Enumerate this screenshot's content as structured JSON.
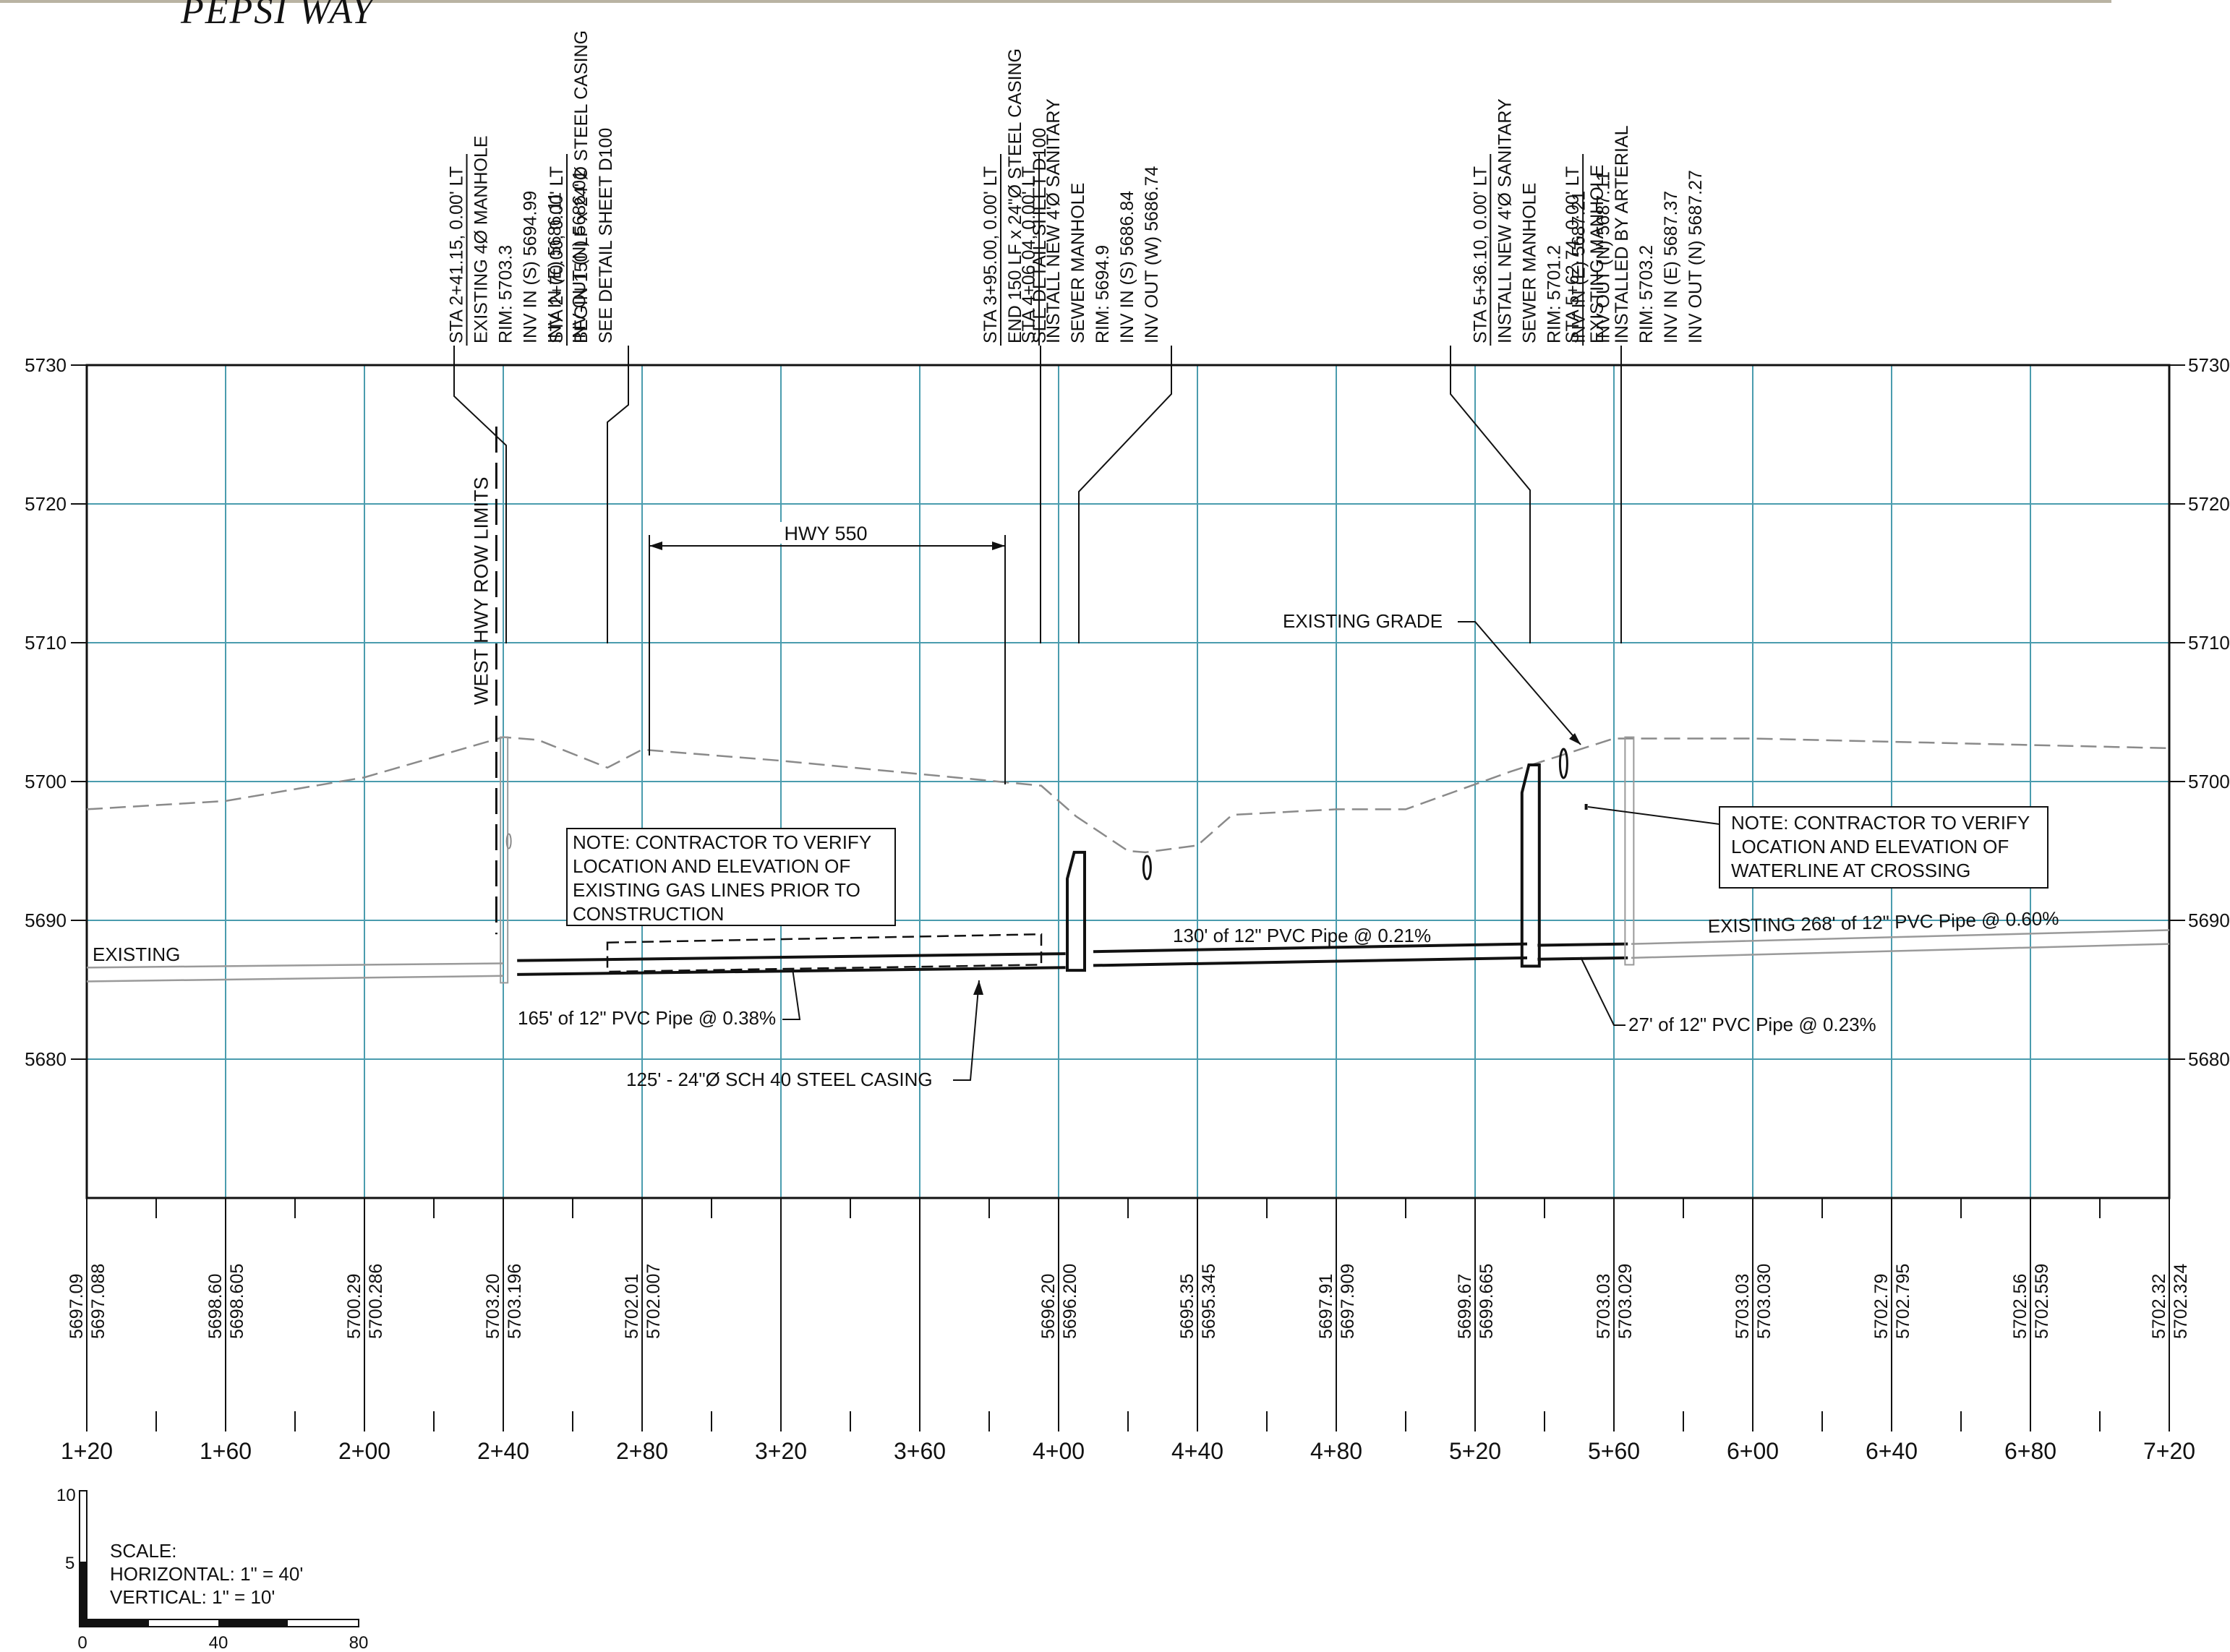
{
  "title": "PEPSI WAY",
  "stations": {
    "labels": [
      "1+20",
      "1+60",
      "2+00",
      "2+40",
      "2+80",
      "3+20",
      "3+60",
      "4+00",
      "4+40",
      "4+80",
      "5+20",
      "5+60",
      "6+00",
      "6+40",
      "6+80",
      "7+20"
    ],
    "values": [
      120,
      160,
      200,
      240,
      280,
      320,
      360,
      400,
      440,
      480,
      520,
      560,
      600,
      640,
      680,
      720
    ]
  },
  "elevations": {
    "labels": [
      "5730",
      "5720",
      "5710",
      "5700",
      "5690",
      "5680"
    ],
    "values": [
      5730,
      5720,
      5710,
      5700,
      5690,
      5680
    ]
  },
  "grade_readings": [
    {
      "sta": 120,
      "a": "5697.09",
      "b": "5697.088"
    },
    {
      "sta": 160,
      "a": "5698.60",
      "b": "5698.605"
    },
    {
      "sta": 200,
      "a": "5700.29",
      "b": "5700.286"
    },
    {
      "sta": 240,
      "a": "5703.20",
      "b": "5703.196"
    },
    {
      "sta": 280,
      "a": "5702.01",
      "b": "5702.007"
    },
    {
      "sta": 400,
      "a": "5696.20",
      "b": "5696.200"
    },
    {
      "sta": 440,
      "a": "5695.35",
      "b": "5695.345"
    },
    {
      "sta": 480,
      "a": "5697.91",
      "b": "5697.909"
    },
    {
      "sta": 520,
      "a": "5699.67",
      "b": "5699.665"
    },
    {
      "sta": 560,
      "a": "5703.03",
      "b": "5703.029"
    },
    {
      "sta": 600,
      "a": "5703.03",
      "b": "5703.030"
    },
    {
      "sta": 640,
      "a": "5702.79",
      "b": "5702.795"
    },
    {
      "sta": 680,
      "a": "5702.56",
      "b": "5702.559"
    },
    {
      "sta": 720,
      "a": "5702.32",
      "b": "5702.324"
    }
  ],
  "callouts": [
    {
      "sta": 241.15,
      "lines": [
        "STA 2+41.15, 0.00' LT",
        "EXISTING 4Ø MANHOLE",
        "RIM: 5703.3",
        "INV IN (S) 5694.99",
        "INV IN (E) 5686.11",
        "INV OUT (N) 5686.01"
      ]
    },
    {
      "sta": 270.0,
      "lines": [
        "STA 2+70.00, 0.00' LT",
        "BEGIN 150 LF x 24\"Ø STEEL CASING",
        "SEE DETAIL SHEET D100"
      ]
    },
    {
      "sta": 395.0,
      "lines": [
        "STA 3+95.00, 0.00' LT",
        "END 150 LF x 24\"Ø STEEL CASING",
        "SEE DETAIL SHEET D100"
      ]
    },
    {
      "sta": 406.04,
      "lines": [
        "STA 4+06.04, 0.00' LT",
        "INSTALL NEW 4'Ø SANITARY",
        "SEWER MANHOLE",
        "RIM: 5694.9",
        "INV IN (S) 5686.84",
        "INV OUT (W) 5686.74"
      ]
    },
    {
      "sta": 536.1,
      "lines": [
        "STA 5+36.10, 0.00' LT",
        "INSTALL NEW 4'Ø SANITARY",
        "SEWER MANHOLE",
        "RIM: 5701.2",
        "INV IN (E) 5687.21",
        "INV OUT (N) 5687.11"
      ]
    },
    {
      "sta": 562.74,
      "lines": [
        "STA 5+62.74, 0.00' LT",
        "EXISTING MANHOLE",
        "INSTALLED BY ARTERIAL",
        "RIM: 5703.2",
        "INV IN (E) 5687.37",
        "INV OUT (N) 5687.27"
      ]
    }
  ],
  "annotations": {
    "row_limits": "WEST HWY ROW LIMITS",
    "hwy": "HWY 550",
    "existing_grade": "EXISTING GRADE",
    "note_gas": [
      "NOTE: CONTRACTOR TO VERIFY",
      "LOCATION AND ELEVATION OF",
      "EXISTING GAS LINES PRIOR TO",
      "CONSTRUCTION"
    ],
    "note_water": [
      "NOTE: CONTRACTOR TO VERIFY",
      "LOCATION AND ELEVATION OF",
      "WATERLINE AT CROSSING"
    ],
    "existing_left": "EXISTING",
    "pipe_165": "165' of 12\" PVC Pipe @ 0.38%",
    "pipe_130": "130' of 12\" PVC Pipe @ 0.21%",
    "pipe_27": "27' of 12\" PVC Pipe @ 0.23%",
    "pipe_existing_268": "EXISTING  268' of 12\" PVC Pipe @ 0.60%",
    "casing": "125' - 24\"Ø SCH 40 STEEL CASING"
  },
  "scale": {
    "label": "SCALE:",
    "horizontal": "HORIZONTAL: 1\" = 40'",
    "vertical": "VERTICAL: 1\" = 10'",
    "h_ticks": [
      "0",
      "40",
      "80"
    ],
    "v_ticks": [
      "10",
      "5"
    ]
  },
  "colors": {
    "grid": "#4a9cae",
    "ink": "#111111",
    "grade": "#8a8a8a",
    "existing_pipe": "#9a9a9a"
  }
}
